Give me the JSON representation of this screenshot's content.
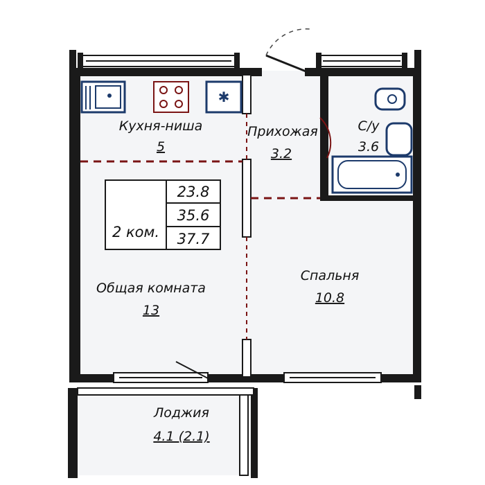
{
  "rooms": {
    "kitchen": {
      "name": "Кухня-ниша",
      "area": "5"
    },
    "hall": {
      "name": "Прихожая",
      "area": "3.2"
    },
    "bathroom": {
      "name": "С/у",
      "area": "3.6"
    },
    "living": {
      "name": "Общая комната",
      "area": "13"
    },
    "bedroom": {
      "name": "Спальня",
      "area": "10.8"
    },
    "loggia": {
      "name": "Лоджия",
      "area": "4.1 (2.1)"
    }
  },
  "summary": {
    "rooms_label": "2 ком.",
    "living_area": "23.8",
    "total_area": "35.6",
    "total_with_loggia": "37.7"
  },
  "colors": {
    "wall": "#1a1a1a",
    "floor": "#f4f5f7",
    "zone_dash": "#7a1414",
    "kitchen_hob": "#7a1414",
    "fixtures": "#1c3a6b"
  }
}
